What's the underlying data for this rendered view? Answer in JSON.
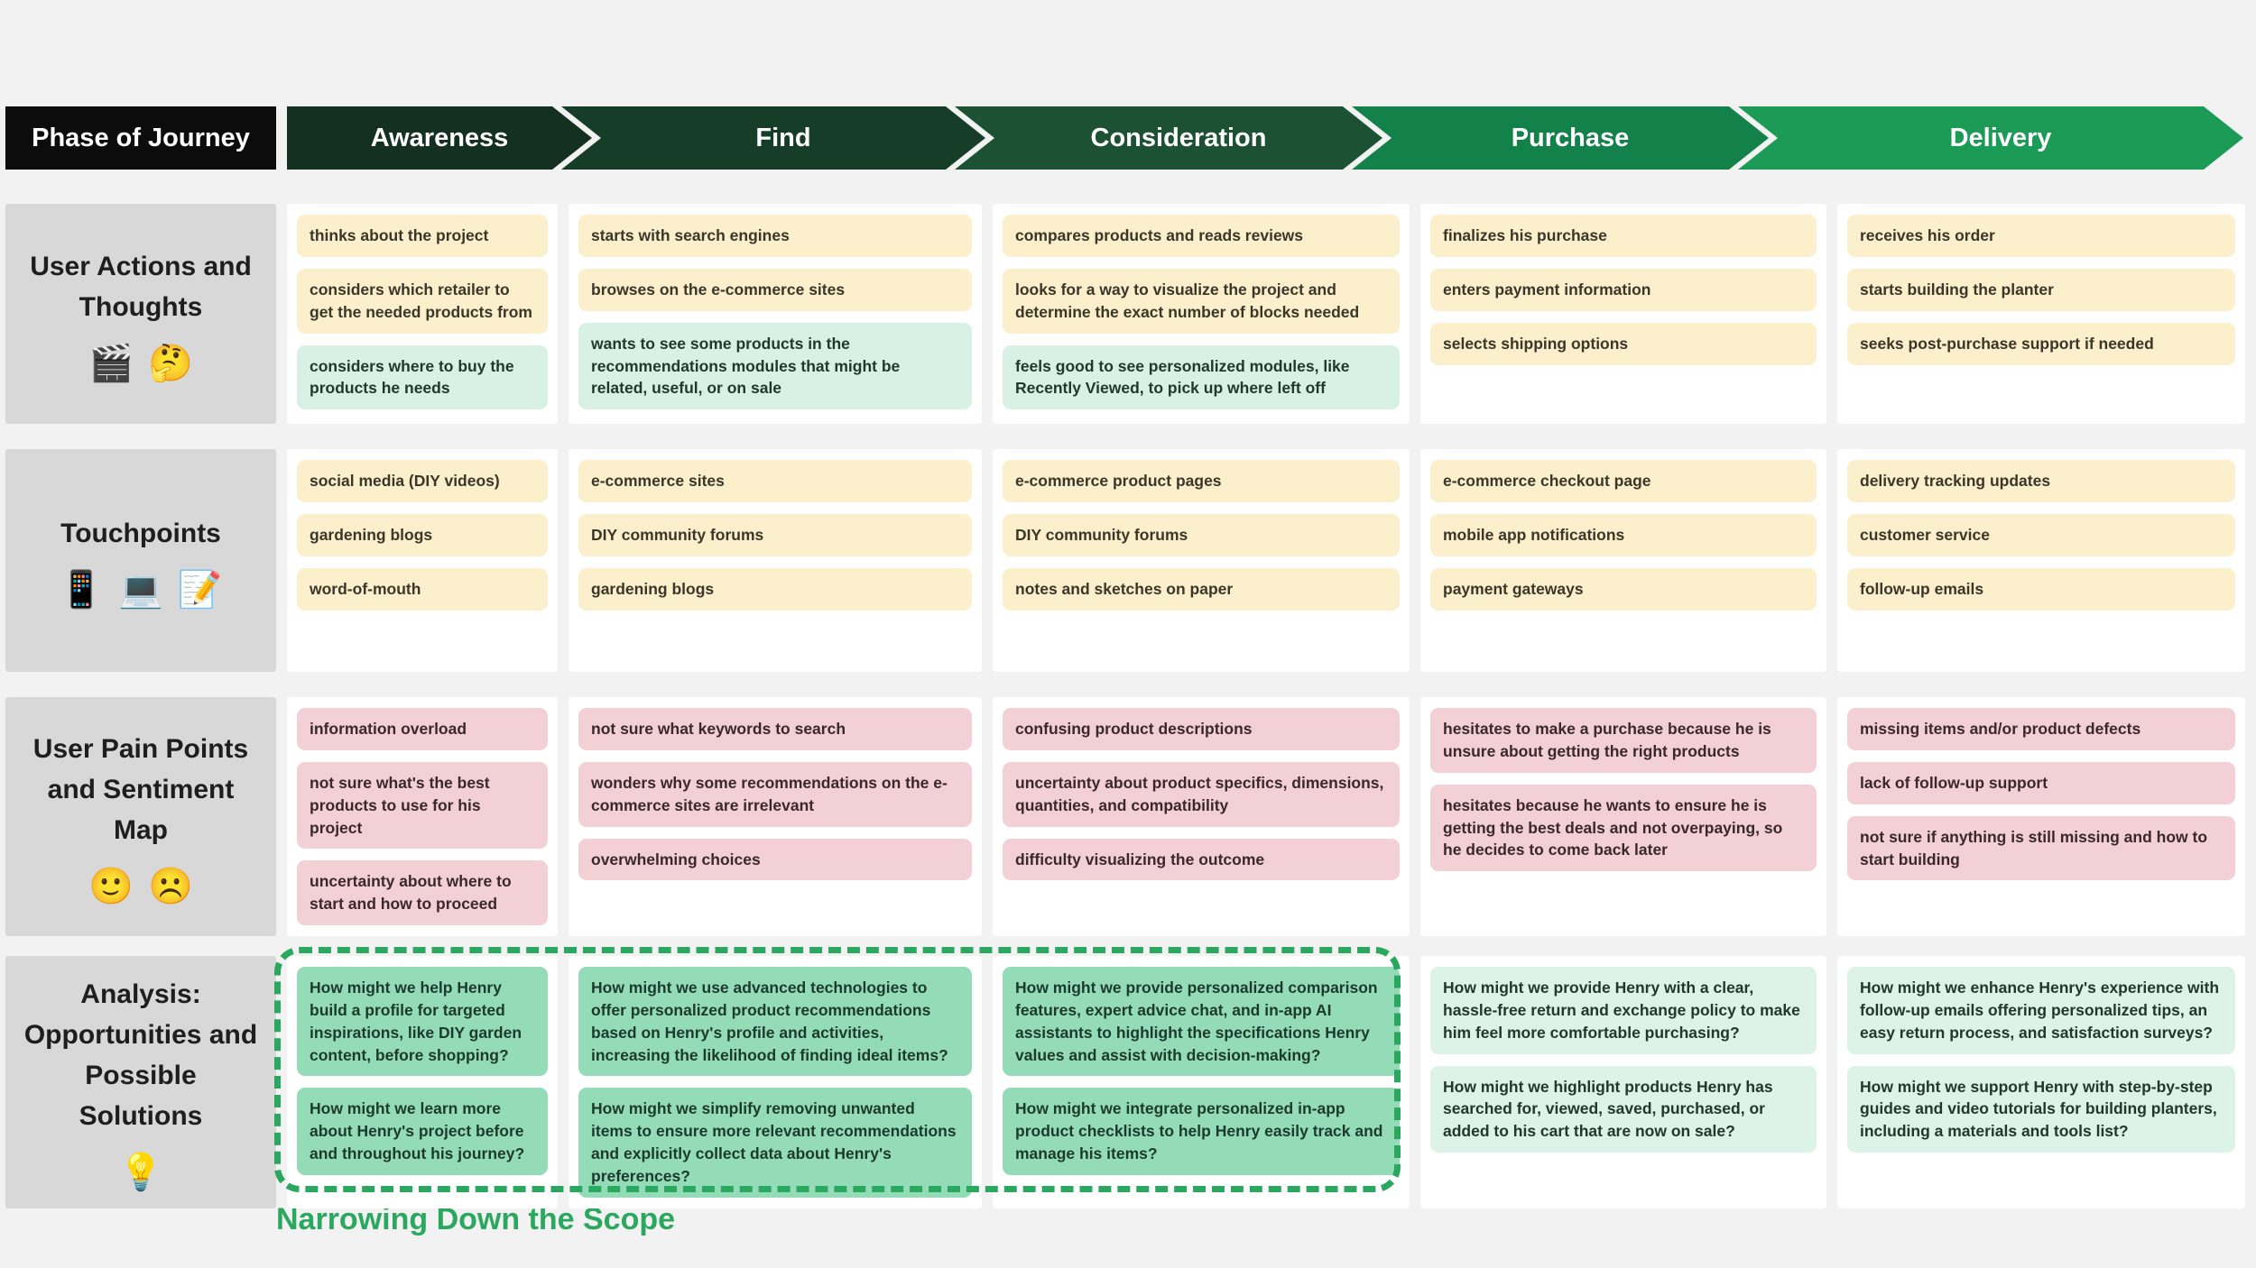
{
  "header": {
    "row_label": "Phase of Journey",
    "phases": [
      {
        "label": "Awareness",
        "color": "#143020"
      },
      {
        "label": "Find",
        "color": "#163d27"
      },
      {
        "label": "Consideration",
        "color": "#1c5233"
      },
      {
        "label": "Purchase",
        "color": "#13814a"
      },
      {
        "label": "Delivery",
        "color": "#1c9b57"
      }
    ]
  },
  "rows": [
    {
      "title": "User Actions and Thoughts",
      "icons": [
        {
          "char": "🎬",
          "name": "clapperboard-icon"
        },
        {
          "char": "🤔",
          "name": "thinking-face-icon"
        }
      ],
      "columns": [
        {
          "phase": "Awareness",
          "cards": [
            {
              "text": "thinks about the project",
              "type": "yellow"
            },
            {
              "text": "considers which retailer to get the needed products from",
              "type": "yellow"
            },
            {
              "text": "considers where to buy the products he needs",
              "type": "mint"
            }
          ]
        },
        {
          "phase": "Find",
          "cards": [
            {
              "text": "starts with search engines",
              "type": "yellow"
            },
            {
              "text": "browses on the e-commerce sites",
              "type": "yellow"
            },
            {
              "text": "wants to see some products in the recommendations modules that might be related, useful, or on sale",
              "type": "mint"
            }
          ]
        },
        {
          "phase": "Consideration",
          "cards": [
            {
              "text": "compares products and reads reviews",
              "type": "yellow"
            },
            {
              "text": "looks for a way to visualize the project and determine the exact number of blocks needed",
              "type": "yellow"
            },
            {
              "text": "feels good to see personalized modules, like Recently Viewed, to pick up where left off",
              "type": "mint"
            }
          ]
        },
        {
          "phase": "Purchase",
          "cards": [
            {
              "text": "finalizes his purchase",
              "type": "yellow"
            },
            {
              "text": "enters payment information",
              "type": "yellow"
            },
            {
              "text": "selects shipping options",
              "type": "yellow"
            }
          ]
        },
        {
          "phase": "Delivery",
          "cards": [
            {
              "text": "receives his order",
              "type": "yellow"
            },
            {
              "text": "starts building the planter",
              "type": "yellow"
            },
            {
              "text": "seeks post-purchase support if needed",
              "type": "yellow"
            }
          ]
        }
      ]
    },
    {
      "title": "Touchpoints",
      "icons": [
        {
          "char": "📱",
          "name": "mobile-phone-icon"
        },
        {
          "char": "💻",
          "name": "laptop-icon"
        },
        {
          "char": "📝",
          "name": "memo-icon"
        }
      ],
      "columns": [
        {
          "phase": "Awareness",
          "cards": [
            {
              "text": "social media (DIY videos)",
              "type": "yellow"
            },
            {
              "text": "gardening blogs",
              "type": "yellow"
            },
            {
              "text": "word-of-mouth",
              "type": "yellow"
            }
          ]
        },
        {
          "phase": "Find",
          "cards": [
            {
              "text": "e-commerce sites",
              "type": "yellow"
            },
            {
              "text": "DIY community forums",
              "type": "yellow"
            },
            {
              "text": "gardening blogs",
              "type": "yellow"
            }
          ]
        },
        {
          "phase": "Consideration",
          "cards": [
            {
              "text": "e-commerce product pages",
              "type": "yellow"
            },
            {
              "text": "DIY community forums",
              "type": "yellow"
            },
            {
              "text": "notes and sketches on paper",
              "type": "yellow"
            }
          ]
        },
        {
          "phase": "Purchase",
          "cards": [
            {
              "text": "e-commerce checkout page",
              "type": "yellow"
            },
            {
              "text": "mobile app notifications",
              "type": "yellow"
            },
            {
              "text": "payment gateways",
              "type": "yellow"
            }
          ]
        },
        {
          "phase": "Delivery",
          "cards": [
            {
              "text": "delivery tracking updates",
              "type": "yellow"
            },
            {
              "text": "customer service",
              "type": "yellow"
            },
            {
              "text": "follow-up emails",
              "type": "yellow"
            }
          ]
        }
      ]
    },
    {
      "title": "User Pain Points and Sentiment Map",
      "icons": [
        {
          "char": "🙂",
          "name": "slightly-smiling-face-icon"
        },
        {
          "char": "☹️",
          "name": "frowning-face-icon"
        }
      ],
      "columns": [
        {
          "phase": "Awareness",
          "cards": [
            {
              "text": "information overload",
              "type": "pink"
            },
            {
              "text": "not sure what's the best products to use for his project",
              "type": "pink"
            },
            {
              "text": "uncertainty about where to start and how to proceed",
              "type": "pink"
            }
          ]
        },
        {
          "phase": "Find",
          "cards": [
            {
              "text": "not sure what keywords to search",
              "type": "pink"
            },
            {
              "text": "wonders why some recommendations on the e-commerce sites are irrelevant",
              "type": "pink"
            },
            {
              "text": "overwhelming choices",
              "type": "pink"
            }
          ]
        },
        {
          "phase": "Consideration",
          "cards": [
            {
              "text": "confusing product descriptions",
              "type": "pink"
            },
            {
              "text": "uncertainty about product specifics, dimensions, quantities, and compatibility",
              "type": "pink"
            },
            {
              "text": "difficulty visualizing the outcome",
              "type": "pink"
            }
          ]
        },
        {
          "phase": "Purchase",
          "cards": [
            {
              "text": "hesitates to make a purchase because he is unsure about getting the right products",
              "type": "pink"
            },
            {
              "text": "hesitates because he wants to ensure he is getting the best deals and not overpaying, so he decides to come back later",
              "type": "pink"
            }
          ]
        },
        {
          "phase": "Delivery",
          "cards": [
            {
              "text": "missing items and/or product defects",
              "type": "pink"
            },
            {
              "text": "lack of follow-up support",
              "type": "pink"
            },
            {
              "text": "not sure if anything is still missing and how to start building",
              "type": "pink"
            }
          ]
        }
      ]
    },
    {
      "title": "Analysis: Opportunities and Possible Solutions",
      "icons": [
        {
          "char": "💡",
          "name": "light-bulb-icon"
        }
      ],
      "columns": [
        {
          "phase": "Awareness",
          "cards": [
            {
              "text": "How might we help Henry build a profile for targeted inspirations, like DIY garden content, before shopping?",
              "type": "green"
            },
            {
              "text": "How might we learn more about Henry's project before and throughout his journey?",
              "type": "green"
            }
          ]
        },
        {
          "phase": "Find",
          "cards": [
            {
              "text": "How might we use advanced technologies to offer personalized product recommendations based on Henry's profile and activities, increasing the likelihood of finding ideal items?",
              "type": "green"
            },
            {
              "text": "How might we simplify removing unwanted items to ensure more relevant recommendations and explicitly collect data about Henry's preferences?",
              "type": "green"
            }
          ]
        },
        {
          "phase": "Consideration",
          "cards": [
            {
              "text": "How might we provide personalized comparison features, expert advice chat, and in-app AI assistants to highlight the specifications Henry values and assist with decision-making?",
              "type": "green"
            },
            {
              "text": "How might we integrate personalized in-app product checklists to help Henry easily track and manage his items?",
              "type": "green"
            }
          ]
        },
        {
          "phase": "Purchase",
          "cards": [
            {
              "text": "How might we provide Henry with a clear, hassle-free return and exchange policy to make him feel more comfortable purchasing?",
              "type": "lightmint"
            },
            {
              "text": "How might we highlight products Henry has searched for, viewed, saved, purchased, or added to his cart that are now on sale?",
              "type": "lightmint"
            }
          ]
        },
        {
          "phase": "Delivery",
          "cards": [
            {
              "text": "How might we enhance Henry's experience with follow-up emails offering personalized tips, an easy return process, and satisfaction surveys?",
              "type": "lightmint"
            },
            {
              "text": "How might we support Henry with step-by-step guides and video tutorials for building planters, including a materials and tools list?",
              "type": "lightmint"
            }
          ]
        }
      ]
    }
  ],
  "annotation": {
    "label": "Narrowing Down the Scope",
    "color": "#2aa85f"
  },
  "colors": {
    "background": "#f1f2f1",
    "header_label_bg": "#0c0c0c",
    "row_label_bg": "#d8d8d8",
    "card_yellow": "#fbf0cb",
    "card_mint": "#d9f1e4",
    "card_pink": "#f2d0d5",
    "card_green_highlight": "#94dcb8",
    "card_lightmint": "#ddf2e8",
    "scope_green": "#2aa85f"
  }
}
